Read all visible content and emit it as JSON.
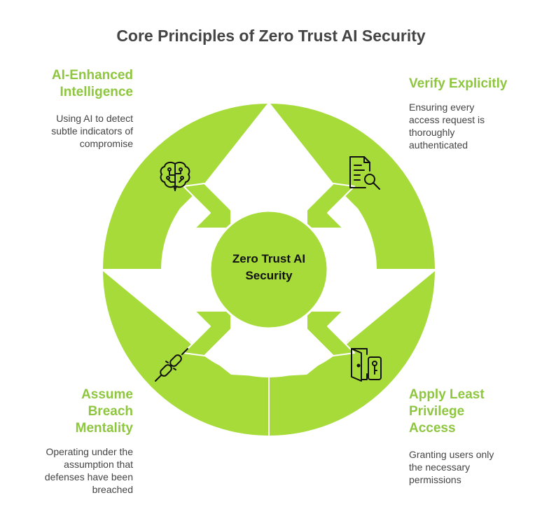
{
  "title": "Core Principles of Zero Trust AI Security",
  "center": {
    "line1": "Zero Trust AI",
    "line2": "Security"
  },
  "colors": {
    "ring": "#a6db3a",
    "ring_stroke": "#ffffff",
    "heading": "#8ec63f",
    "text": "#444444",
    "icon": "#111111"
  },
  "principles": [
    {
      "id": "ai-enhanced",
      "heading_lines": [
        "AI-Enhanced",
        "Intelligence"
      ],
      "desc_lines": [
        "Using AI to detect",
        "subtle indicators of",
        "compromise"
      ],
      "icon": "brain-icon"
    },
    {
      "id": "verify",
      "heading_lines": [
        "Verify Explicitly"
      ],
      "desc_lines": [
        "Ensuring every",
        "access request is",
        "thoroughly",
        "authenticated"
      ],
      "icon": "document-search-icon"
    },
    {
      "id": "assume-breach",
      "heading_lines": [
        "Assume",
        "Breach",
        "Mentality"
      ],
      "desc_lines": [
        "Operating under the",
        "assumption that",
        "defenses have been",
        "breached"
      ],
      "icon": "broken-chain-icon"
    },
    {
      "id": "least-privilege",
      "heading_lines": [
        "Apply Least",
        "Privilege",
        "Access"
      ],
      "desc_lines": [
        "Granting users only",
        "the necessary",
        "permissions"
      ],
      "icon": "door-key-icon"
    }
  ]
}
